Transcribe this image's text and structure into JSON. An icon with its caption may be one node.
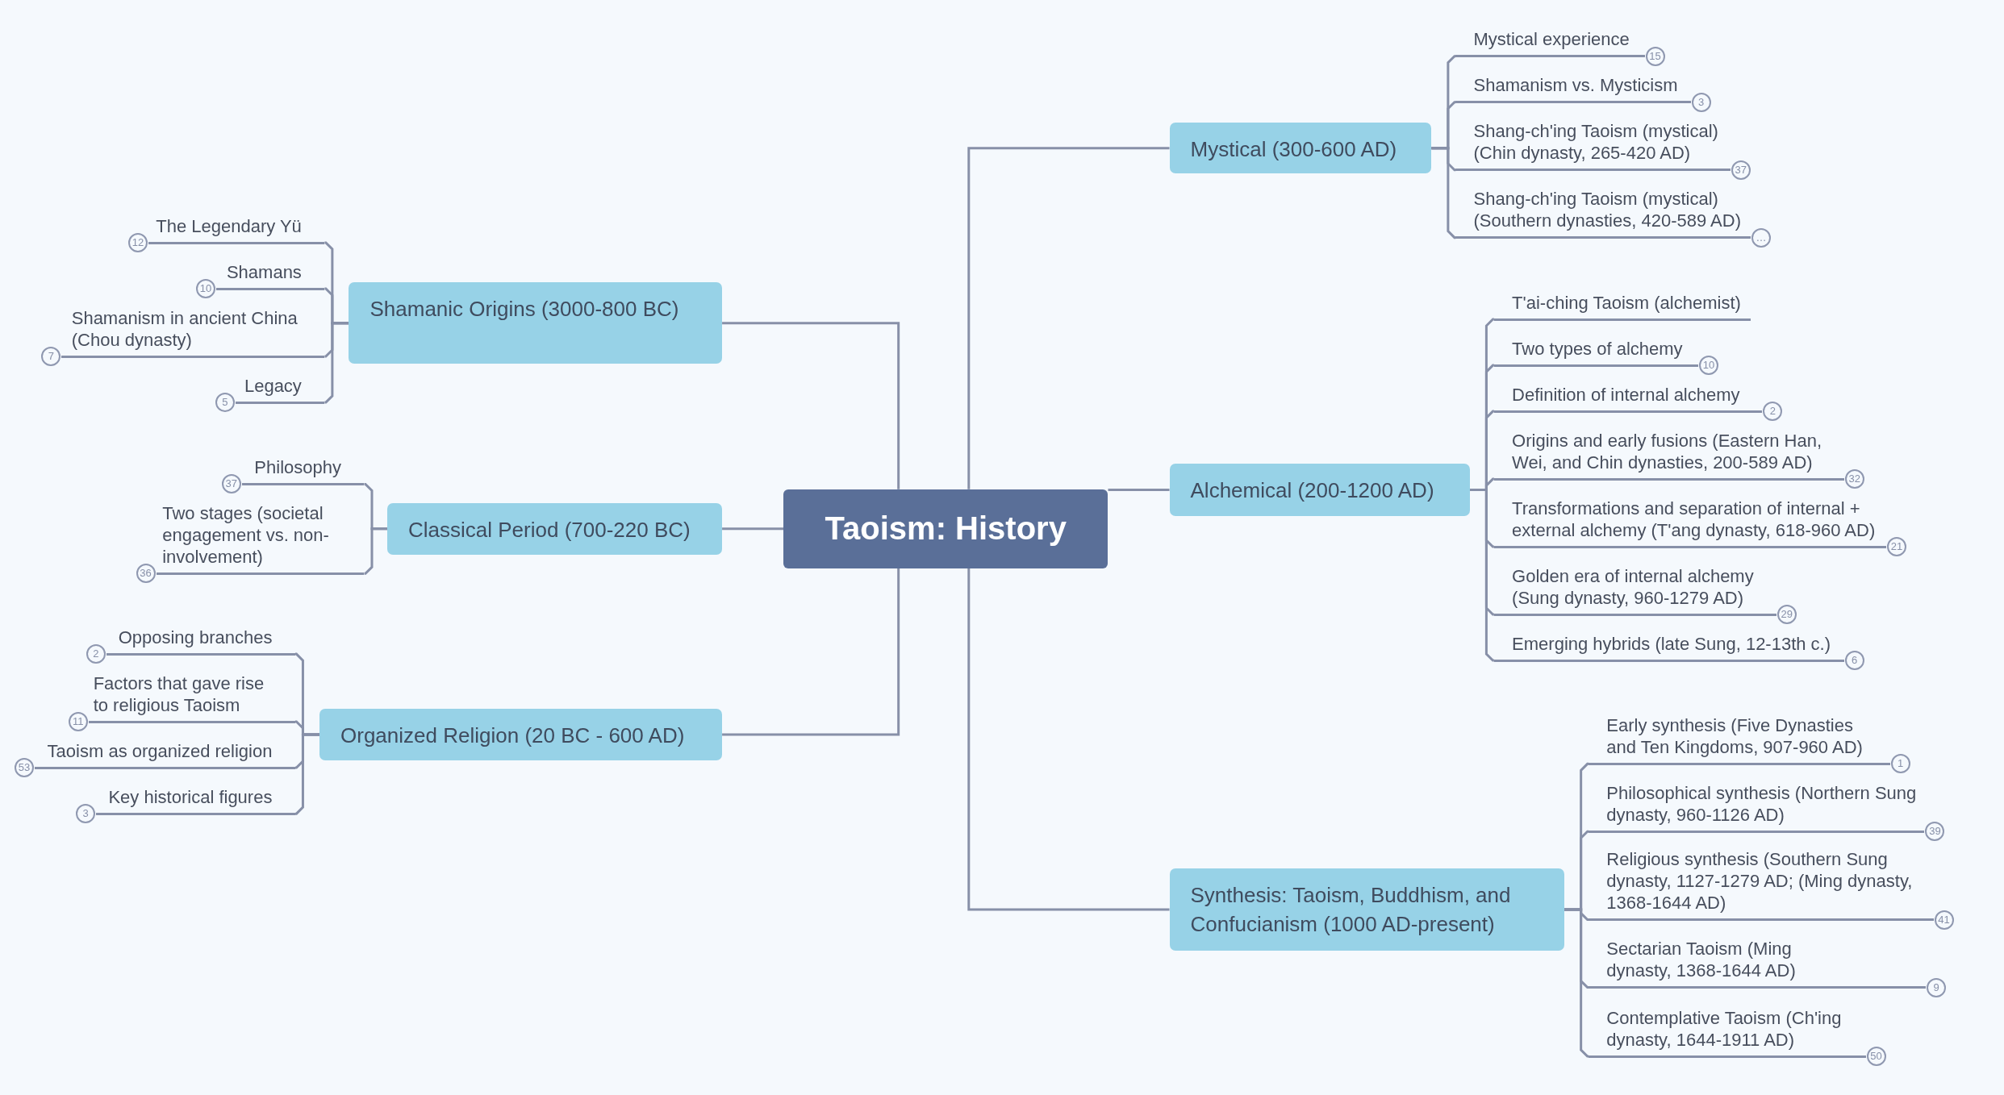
{
  "diagram": {
    "nodes": [
      {
        "text": [
          "Taoism: History"
        ]
      },
      {
        "text": [
          "Shamanic Origins (3000-800 BC)"
        ]
      },
      {
        "text": [
          "Classical Period (700-220 BC)"
        ]
      },
      {
        "text": [
          "Organized Religion (20 BC - 600 AD)"
        ]
      },
      {
        "text": [
          "Mystical (300-600 AD)"
        ]
      },
      {
        "text": [
          "Alchemical (200-1200 AD)"
        ]
      },
      {
        "text": [
          "Synthesis: Taoism, Buddhism, and Confucianism (1000 AD-present)"
        ]
      },
      {
        "text": [
          "The Legendary Yü"
        ],
        "beside": [
          "12"
        ]
      },
      {
        "text": [
          "Shamans"
        ],
        "beside": [
          "10"
        ]
      },
      {
        "text": [
          "Shamanism in ancient China (Chou dynasty)"
        ],
        "beside": [
          "7"
        ]
      },
      {
        "text": [
          "Legacy"
        ],
        "beside": [
          "5"
        ]
      },
      {
        "text": [
          "Philosophy"
        ],
        "beside": [
          "37"
        ]
      },
      {
        "text": [
          "Two stages (societal engagement vs. non-involvement)"
        ],
        "beside": [
          "36"
        ]
      },
      {
        "text": [
          "Opposing branches"
        ],
        "beside": [
          "2"
        ]
      },
      {
        "text": [
          "Factors that gave rise to religious Taoism"
        ],
        "beside": [
          "11"
        ]
      },
      {
        "text": [
          "Taoism as organized religion"
        ],
        "beside": [
          "53"
        ]
      },
      {
        "text": [
          "Key historical figures"
        ],
        "beside": [
          "3"
        ]
      },
      {
        "text": [
          "Mystical experience"
        ],
        "beside": [
          "15"
        ]
      },
      {
        "text": [
          "Shamanism vs. Mysticism"
        ],
        "beside": [
          "3"
        ]
      },
      {
        "text": [
          "Shang-ch'ing Taoism (mystical) (Chin dynasty, 265-420 AD)"
        ],
        "beside": [
          "37"
        ]
      },
      {
        "text": [
          "Shang-ch'ing Taoism (mystical) (Southern dynasties, 420-589 AD)"
        ],
        "beside": [
          "…"
        ]
      },
      {
        "text": [
          "T'ai-ching Taoism (alchemist)"
        ]
      },
      {
        "text": [
          "Two types of alchemy"
        ],
        "beside": [
          "10"
        ]
      },
      {
        "text": [
          "Definition of internal alchemy"
        ],
        "beside": [
          "2"
        ]
      },
      {
        "text": [
          "Origins and early fusions (Eastern Han, Wei, and Chin dynasties, 200-589 AD)"
        ],
        "beside": [
          "32"
        ]
      },
      {
        "text": [
          "Transformations and separation of internal + external alchemy (T'ang dynasty, 618-960 AD)"
        ],
        "beside": [
          "21"
        ]
      },
      {
        "text": [
          "Golden era of internal alchemy (Sung dynasty, 960-1279 AD)"
        ],
        "beside": [
          "29"
        ]
      },
      {
        "text": [
          "Emerging hybrids (late Sung, 12-13th c.)"
        ],
        "beside": [
          "6"
        ]
      },
      {
        "text": [
          "Early synthesis (Five Dynasties and Ten Kingdoms, 907-960 AD)"
        ],
        "beside": [
          "1"
        ]
      },
      {
        "text": [
          "Philosophical synthesis (Northern Sung dynasty, 960-1126 AD)"
        ],
        "beside": [
          "39"
        ]
      },
      {
        "text": [
          "Religious synthesis (Southern Sung dynasty, 1127-1279 AD; (Ming dynasty, 1368-1644 AD)"
        ],
        "beside": [
          "41"
        ]
      },
      {
        "text": [
          "Sectarian Taoism (Ming dynasty, 1368-1644 AD)"
        ],
        "beside": [
          "9"
        ]
      },
      {
        "text": [
          "Contemplative Taoism (Ch'ing dynasty, 1644-1911 AD)"
        ],
        "beside": [
          "50"
        ]
      }
    ],
    "edges": [
      {
        "from": 0,
        "to": 1,
        "arrow": "none"
      },
      {
        "from": 0,
        "to": 2,
        "arrow": "none"
      },
      {
        "from": 0,
        "to": 3,
        "arrow": "none"
      },
      {
        "from": 0,
        "to": 4,
        "arrow": "none"
      },
      {
        "from": 0,
        "to": 5,
        "arrow": "none"
      },
      {
        "from": 0,
        "to": 6,
        "arrow": "none"
      },
      {
        "from": 1,
        "to": 7,
        "arrow": "none"
      },
      {
        "from": 1,
        "to": 8,
        "arrow": "none"
      },
      {
        "from": 1,
        "to": 9,
        "arrow": "none"
      },
      {
        "from": 1,
        "to": 10,
        "arrow": "none"
      },
      {
        "from": 2,
        "to": 11,
        "arrow": "none"
      },
      {
        "from": 2,
        "to": 12,
        "arrow": "none"
      },
      {
        "from": 3,
        "to": 13,
        "arrow": "none"
      },
      {
        "from": 3,
        "to": 14,
        "arrow": "none"
      },
      {
        "from": 3,
        "to": 15,
        "arrow": "none"
      },
      {
        "from": 3,
        "to": 16,
        "arrow": "none"
      },
      {
        "from": 4,
        "to": 17,
        "arrow": "none"
      },
      {
        "from": 4,
        "to": 18,
        "arrow": "none"
      },
      {
        "from": 4,
        "to": 19,
        "arrow": "none"
      },
      {
        "from": 4,
        "to": 20,
        "arrow": "none"
      },
      {
        "from": 5,
        "to": 21,
        "arrow": "none"
      },
      {
        "from": 5,
        "to": 22,
        "arrow": "none"
      },
      {
        "from": 5,
        "to": 23,
        "arrow": "none"
      },
      {
        "from": 5,
        "to": 24,
        "arrow": "none"
      },
      {
        "from": 5,
        "to": 25,
        "arrow": "none"
      },
      {
        "from": 5,
        "to": 26,
        "arrow": "none"
      },
      {
        "from": 5,
        "to": 27,
        "arrow": "none"
      },
      {
        "from": 6,
        "to": 28,
        "arrow": "none"
      },
      {
        "from": 6,
        "to": 29,
        "arrow": "none"
      },
      {
        "from": 6,
        "to": 30,
        "arrow": "none"
      },
      {
        "from": 6,
        "to": 31,
        "arrow": "none"
      },
      {
        "from": 6,
        "to": 32,
        "arrow": "none"
      }
    ]
  }
}
